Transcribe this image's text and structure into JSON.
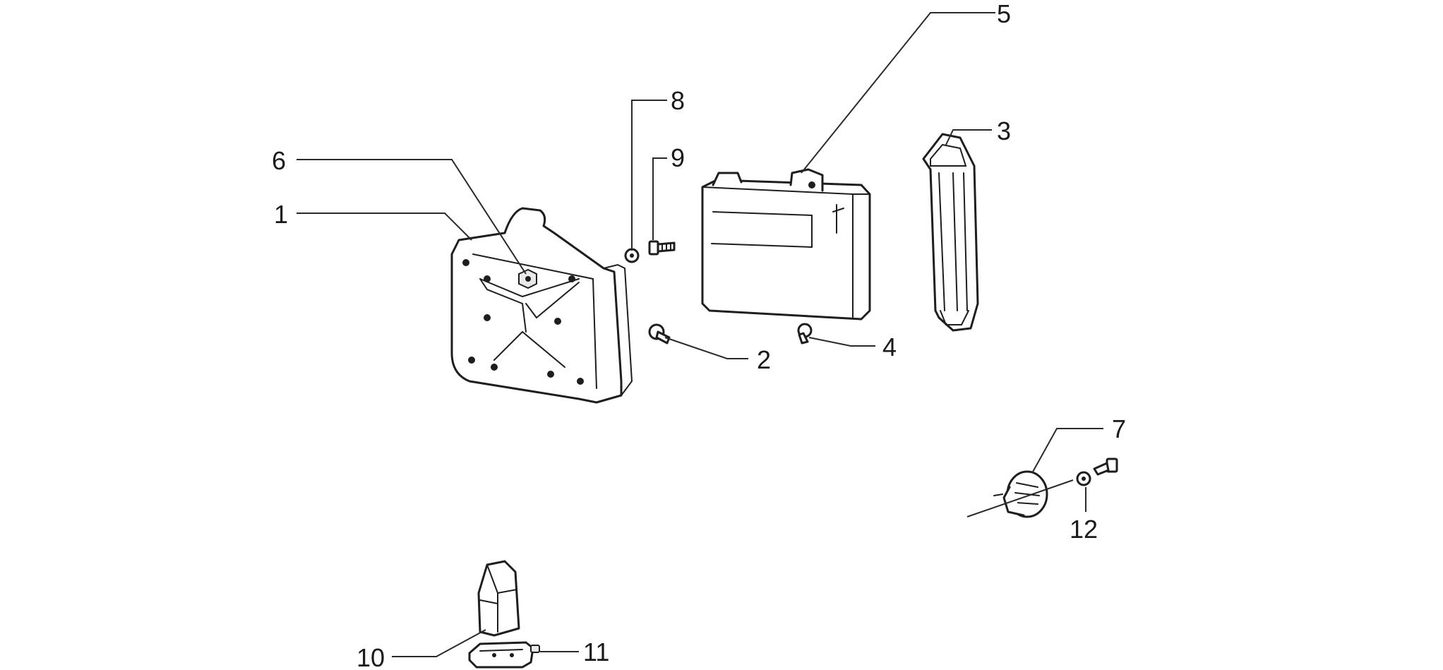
{
  "callouts": [
    {
      "id": "1",
      "label": "1"
    },
    {
      "id": "2",
      "label": "2"
    },
    {
      "id": "3",
      "label": "3"
    },
    {
      "id": "4",
      "label": "4"
    },
    {
      "id": "5",
      "label": "5"
    },
    {
      "id": "6",
      "label": "6"
    },
    {
      "id": "7",
      "label": "7"
    },
    {
      "id": "8",
      "label": "8"
    },
    {
      "id": "9",
      "label": "9"
    },
    {
      "id": "10",
      "label": "10"
    },
    {
      "id": "11",
      "label": "11"
    },
    {
      "id": "12",
      "label": "12"
    }
  ],
  "colors": {
    "line": "#1e1e1e",
    "background": "#ffffff"
  }
}
